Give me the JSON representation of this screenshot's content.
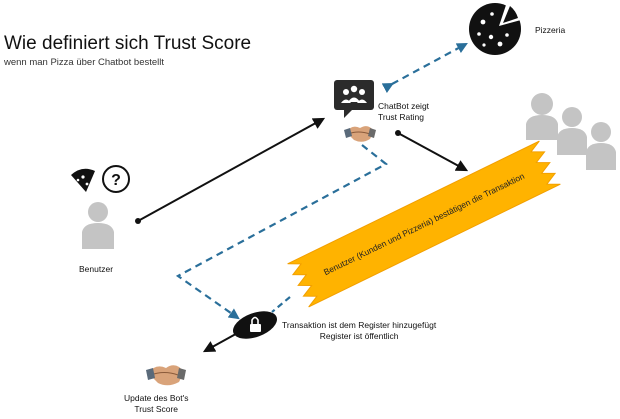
{
  "title": "Wie definiert sich Trust Score",
  "subtitle": "wenn man Pizza über Chatbot bestellt",
  "nodes": {
    "pizzeria": {
      "label": "Pizzeria",
      "icon": "pizza-icon"
    },
    "chatbot": {
      "line1": "ChatBot zeigt",
      "line2": "Trust Rating",
      "icon": "chatbot-icon"
    },
    "user": {
      "label": "Benutzer",
      "icon": "user-icon",
      "question": "?"
    },
    "community": {
      "icon": "people-group-icon"
    },
    "transaction": {
      "line1": "Transaktion ist dem Register hinzugefügt",
      "line2": "Register ist öffentlich",
      "icon": "lock-icon"
    },
    "update": {
      "line1": "Update des Bot's",
      "line2": "Trust Score",
      "icon": "handshake-icon"
    }
  },
  "band": {
    "label": "Benutzer (Kunden und Pizzeria) bestätigen die Transaktion"
  },
  "colors": {
    "accent": "#ffb300",
    "dashed": "#2a6f9a",
    "icon": "#111111",
    "person": "#c4c4c4"
  }
}
